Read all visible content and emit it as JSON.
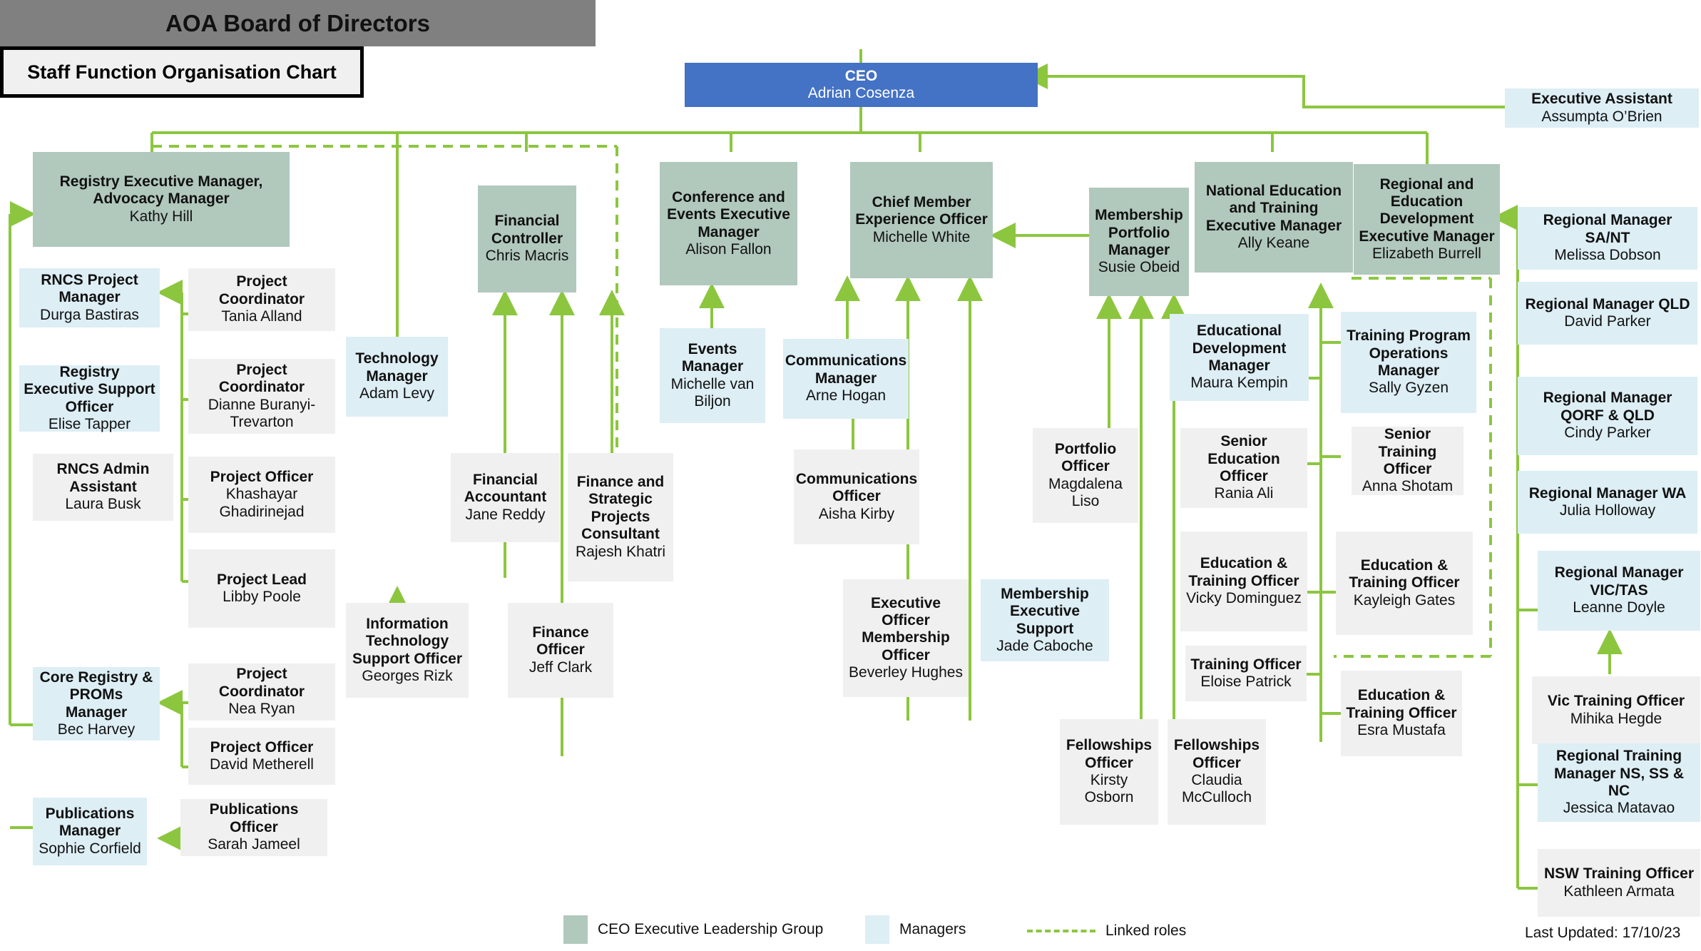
{
  "title_box": {
    "label": "Staff Function Organisation Chart"
  },
  "board": {
    "label": "AOA Board of Directors"
  },
  "legend": {
    "exec_label": "CEO Executive Leadership Group",
    "exec_color": "#b1c8bd",
    "mgr_label": "Managers",
    "mgr_color": "#ddeef5",
    "linked_label": "Linked roles",
    "linked_color": "#8cc63f"
  },
  "footer": {
    "last_updated": "Last Updated: 17/10/23"
  },
  "colors": {
    "ceo": "#4472c4",
    "board": "#808080",
    "exec": "#b1c8bd",
    "manager": "#ddeef5",
    "officer": "#f0f0f0",
    "connector": "#8cc63f"
  },
  "nodes": [
    {
      "id": "ceo",
      "title": "CEO",
      "name": "Adrian Cosenza",
      "type": "ceo"
    },
    {
      "id": "exec-assistant",
      "title": "Executive Assistant",
      "name": "Assumpta O’Brien",
      "type": "manager"
    },
    {
      "id": "registry-exec-manager",
      "title": "Registry Executive Manager, Advocacy Manager",
      "name": "Kathy Hill",
      "type": "exec"
    },
    {
      "id": "financial-controller",
      "title": "Financial Controller",
      "name": "Chris Macris",
      "type": "exec"
    },
    {
      "id": "conference-events-exec-manager",
      "title": "Conference and Events Executive Manager",
      "name": "Alison Fallon",
      "type": "exec"
    },
    {
      "id": "chief-member-experience-officer",
      "title": "Chief Member Experience Officer",
      "name": "Michelle White",
      "type": "exec"
    },
    {
      "id": "membership-portfolio-manager",
      "title": "Membership Portfolio Manager",
      "name": "Susie Obeid",
      "type": "exec"
    },
    {
      "id": "national-education-training-exec-manager",
      "title": "National Education and Training Executive Manager",
      "name": "Ally Keane",
      "type": "exec"
    },
    {
      "id": "regional-education-development-exec-manager",
      "title": "Regional and Education Development Executive Manager",
      "name": "Elizabeth Burrell",
      "type": "exec"
    },
    {
      "id": "rncs-project-manager",
      "title": "RNCS Project Manager",
      "name": "Durga Bastiras",
      "type": "manager"
    },
    {
      "id": "registry-exec-support-officer",
      "title": "Registry Executive Support Officer",
      "name": "Elise Tapper",
      "type": "manager"
    },
    {
      "id": "rncs-admin-assistant",
      "title": "RNCS Admin Assistant",
      "name": "Laura Busk",
      "type": "officer"
    },
    {
      "id": "project-coordinator-tania",
      "title": "Project Coordinator",
      "name": "Tania Alland",
      "type": "officer"
    },
    {
      "id": "project-coordinator-dianne",
      "title": "Project Coordinator",
      "name": "Dianne Buranyi-Trevarton",
      "type": "officer"
    },
    {
      "id": "project-officer-khashayar",
      "title": "Project Officer",
      "name": "Khashayar Ghadirinejad",
      "type": "officer"
    },
    {
      "id": "project-lead-libby",
      "title": "Project Lead",
      "name": "Libby Poole",
      "type": "officer"
    },
    {
      "id": "core-registry-proms-manager",
      "title": "Core Registry & PROMs Manager",
      "name": "Bec Harvey",
      "type": "manager"
    },
    {
      "id": "project-coordinator-nea",
      "title": "Project Coordinator",
      "name": "Nea Ryan",
      "type": "officer"
    },
    {
      "id": "project-officer-david",
      "title": "Project Officer",
      "name": "David Metherell",
      "type": "officer"
    },
    {
      "id": "publications-manager",
      "title": "Publications Manager",
      "name": "Sophie Corfield",
      "type": "manager"
    },
    {
      "id": "publications-officer",
      "title": "Publications Officer",
      "name": "Sarah Jameel",
      "type": "officer"
    },
    {
      "id": "technology-manager",
      "title": "Technology Manager",
      "name": "Adam Levy",
      "type": "manager"
    },
    {
      "id": "it-support-officer",
      "title": "Information Technology Support Officer",
      "name": "Georges Rizk",
      "type": "officer"
    },
    {
      "id": "financial-accountant",
      "title": "Financial Accountant",
      "name": "Jane Reddy",
      "type": "officer"
    },
    {
      "id": "finance-strategic-projects-consultant",
      "title": "Finance and Strategic Projects Consultant",
      "name": "Rajesh Khatri",
      "type": "officer"
    },
    {
      "id": "finance-officer",
      "title": "Finance Officer",
      "name": "Jeff Clark",
      "type": "officer"
    },
    {
      "id": "events-manager",
      "title": "Events Manager",
      "name": "Michelle van Biljon",
      "type": "manager"
    },
    {
      "id": "communications-manager",
      "title": "Communications Manager",
      "name": "Arne Hogan",
      "type": "manager"
    },
    {
      "id": "communications-officer",
      "title": "Communications Officer",
      "name": "Aisha Kirby",
      "type": "officer"
    },
    {
      "id": "exec-officer-membership-officer",
      "title": "Executive Officer Membership Officer",
      "name": "Beverley Hughes",
      "type": "officer"
    },
    {
      "id": "membership-executive-support",
      "title": "Membership Executive Support",
      "name": "Jade Caboche",
      "type": "manager"
    },
    {
      "id": "portfolio-officer",
      "title": "Portfolio Officer",
      "name": "Magdalena Liso",
      "type": "officer"
    },
    {
      "id": "fellowships-officer-kirsty",
      "title": "Fellowships Officer",
      "name": "Kirsty Osborn",
      "type": "officer"
    },
    {
      "id": "fellowships-officer-claudia",
      "title": "Fellowships Officer",
      "name": "Claudia McCulloch",
      "type": "officer"
    },
    {
      "id": "educational-development-manager",
      "title": "Educational Development Manager",
      "name": "Maura Kempin",
      "type": "manager"
    },
    {
      "id": "senior-education-officer",
      "title": "Senior Education Officer",
      "name": "Rania Ali",
      "type": "officer"
    },
    {
      "id": "education-training-officer-vicky",
      "title": "Education & Training Officer",
      "name": "Vicky Dominguez",
      "type": "officer"
    },
    {
      "id": "training-officer-eloise",
      "title": "Training Officer",
      "name": "Eloise Patrick",
      "type": "officer"
    },
    {
      "id": "training-program-operations-manager",
      "title": "Training Program Operations Manager",
      "name": "Sally Gyzen",
      "type": "manager"
    },
    {
      "id": "senior-training-officer",
      "title": "Senior Training Officer",
      "name": "Anna Shotam",
      "type": "officer"
    },
    {
      "id": "education-training-officer-kayleigh",
      "title": "Education & Training Officer",
      "name": "Kayleigh Gates",
      "type": "officer"
    },
    {
      "id": "education-training-officer-esra",
      "title": "Education & Training Officer",
      "name": "Esra Mustafa",
      "type": "officer"
    },
    {
      "id": "regional-manager-sant",
      "title": "Regional Manager SA/NT",
      "name": "Melissa Dobson",
      "type": "manager"
    },
    {
      "id": "regional-manager-qld",
      "title": "Regional Manager QLD",
      "name": "David Parker",
      "type": "manager"
    },
    {
      "id": "regional-manager-qorf-qld",
      "title": "Regional Manager QORF & QLD",
      "name": "Cindy Parker",
      "type": "manager"
    },
    {
      "id": "regional-manager-wa",
      "title": "Regional Manager WA",
      "name": "Julia Holloway",
      "type": "manager"
    },
    {
      "id": "regional-manager-vic-tas",
      "title": "Regional Manager VIC/TAS",
      "name": "Leanne Doyle",
      "type": "manager"
    },
    {
      "id": "vic-training-officer",
      "title": "Vic Training Officer",
      "name": "Mihika Hegde",
      "type": "officer"
    },
    {
      "id": "regional-training-manager-ns-ss-nc",
      "title": "Regional Training Manager NS, SS & NC",
      "name": "Jessica Matavao",
      "type": "manager"
    },
    {
      "id": "nsw-training-officer",
      "title": "NSW Training Officer",
      "name": "Kathleen Armata",
      "type": "officer"
    }
  ]
}
